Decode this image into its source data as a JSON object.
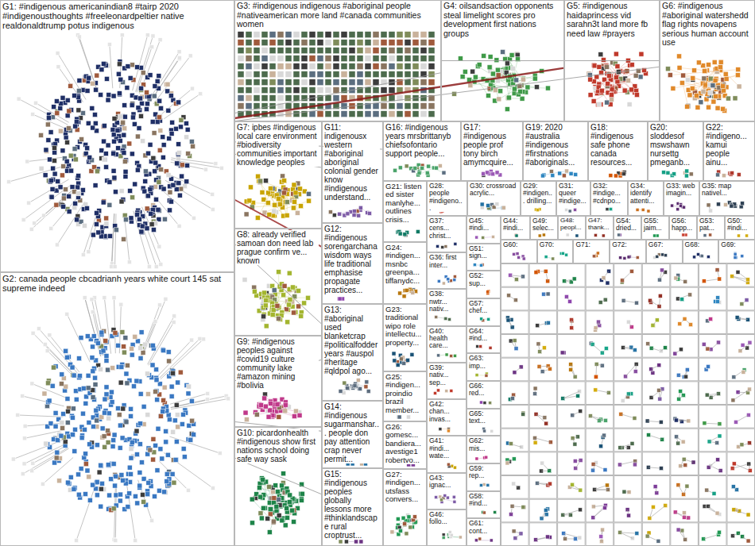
{
  "diagram": {
    "nodes": [
      {
        "text": [
          "G1: #indigenous americanindian8 #tairp 2020 #indigenousthoughts #freeleonardpeltier native realdonaldtrump potus indigenous"
        ]
      },
      {
        "text": [
          "G2: canada people cbcadrianh years white court 145 sat supreme indeed"
        ]
      },
      {
        "text": [
          "G3: #indigenous indigenous #aboriginal people #nativeamerican more land #canada communities women"
        ]
      },
      {
        "text": [
          "G4: oilsandsaction opponents steal limelight scores pro development first nations groups"
        ]
      },
      {
        "text": [
          "G5: #indigenous haidaprincess vid sarahn3t land more fb need law #prayers"
        ]
      },
      {
        "text": [
          "G6: #indigenous #aboriginal watershedd flag rights novapens serious human account use"
        ]
      },
      {
        "text": [
          "G7: ipbes #indigenous local care environment #biodiversity communities important knowledge peoples"
        ]
      },
      {
        "text": [
          "G11: indigenousx western #aboriginal aboriginal colonial gender know #indigenous understand..."
        ]
      },
      {
        "text": [
          "G16: #indigenous years mrsbrittanyb chiefsofontario support people..."
        ]
      },
      {
        "text": [
          "G17: #indigenous people prof tony birch amymcquire..."
        ]
      },
      {
        "text": [
          "G19: 2020 #australia #indigenous #firstnations #aboriginals..."
        ]
      },
      {
        "text": [
          "G18: #indigenous safe phone canada resources..."
        ]
      },
      {
        "text": [
          "G20: sloddesof mswshawn nursettg pmeganb..."
        ]
      },
      {
        "text": [
          "G22: #indigeno... kamui people ainu..."
        ]
      },
      {
        "text": [
          "G8: already verified samoan don need lab prague confirm ve... known"
        ]
      },
      {
        "text": [
          "G12: #indigenous sorengarchana wisdom ways life traditional emphasise propagate practices..."
        ]
      },
      {
        "text": [
          "G13: #aboriginal used blanketcrap #politicalfodder years #auspol #heritage #qldpol ago..."
        ]
      },
      {
        "text": [
          "G9: #indigenous peoples against #covid19 culture community lake #amazon mining #bolivia"
        ]
      },
      {
        "text": [
          "G14: #indigenous sugarmanshar... people don pay attention crap never permit..."
        ]
      },
      {
        "text": [
          "G10: picardonhealth #indigenous show first nations school doing safe way sask"
        ]
      },
      {
        "text": [
          "G15: #indigenous peoples globally lessons more #thinklandscape rural croptrust..."
        ]
      },
      {
        "text": [
          "G21: listen ed sister manlyhe... outlines crisis..."
        ]
      },
      {
        "text": [
          "G24: #indigen... msnbc greenpa... tiffanydc..."
        ]
      },
      {
        "text": [
          "G23: traditional wipo role intellectu... property..."
        ]
      },
      {
        "text": [
          "G25: #indigen... proindio brazil member..."
        ]
      },
      {
        "text": [
          "G26: gomesc... bandiera... avestige1 robertvo..."
        ]
      },
      {
        "text": [
          "G27: #indigen... utsfass convers..."
        ]
      },
      {
        "text": [
          "G28: people #indigeno..."
        ]
      },
      {
        "text": [
          "G30: crossroad acrylic..."
        ]
      },
      {
        "text": [
          "G29: #indigen... drilling..."
        ]
      },
      {
        "text": [
          "G31: queer #indige..."
        ]
      },
      {
        "text": [
          "G32: #indige... #cdnpo..."
        ]
      },
      {
        "text": [
          "G34: identify attenti..."
        ]
      },
      {
        "text": [
          "G33: web imagin..."
        ]
      },
      {
        "text": [
          "G35: map nativel..."
        ]
      },
      {
        "text": [
          "G37: cens... christ..."
        ]
      },
      {
        "text": [
          "G36: first inter..."
        ]
      },
      {
        "text": [
          "G38: nwtr... nativ..."
        ]
      },
      {
        "text": [
          "G40: health care..."
        ]
      },
      {
        "text": [
          "G39: nativ... sep..."
        ]
      },
      {
        "text": [
          "G42: chan... invas..."
        ]
      },
      {
        "text": [
          "G41: #indi... wate..."
        ]
      },
      {
        "text": [
          "G43: ignac..."
        ]
      },
      {
        "text": [
          "G46: follo..."
        ]
      },
      {
        "text": [
          "G45: #indi..."
        ]
      },
      {
        "text": [
          "G51: sign..."
        ]
      },
      {
        "text": [
          "G52: sup..."
        ]
      },
      {
        "text": [
          "G57: chef..."
        ]
      },
      {
        "text": [
          "G64: #ind..."
        ]
      },
      {
        "text": [
          "G63: imp..."
        ]
      },
      {
        "text": [
          "G66: red..."
        ]
      },
      {
        "text": [
          "G65: text..."
        ]
      },
      {
        "text": [
          "G62: mis..."
        ]
      },
      {
        "text": [
          "G59: rep..."
        ]
      },
      {
        "text": [
          "G58: #ind..."
        ]
      },
      {
        "text": [
          "G61: cont..."
        ]
      },
      {
        "text": [
          "G44: #indi..."
        ]
      },
      {
        "text": [
          "G49: selec..."
        ]
      },
      {
        "text": [
          "G48: peopl..."
        ]
      },
      {
        "text": [
          "G47: thank..."
        ]
      },
      {
        "text": [
          "G54: dried..."
        ]
      },
      {
        "text": [
          "G55: jaim..."
        ]
      },
      {
        "text": [
          "G56: happ..."
        ]
      },
      {
        "text": [
          "G53: pat..."
        ]
      },
      {
        "text": [
          "G50: #indi..."
        ]
      },
      {
        "text": [
          "G60:"
        ]
      },
      {
        "text": [
          "G70:"
        ]
      },
      {
        "text": [
          "G71:"
        ]
      },
      {
        "text": [
          "G72:"
        ]
      },
      {
        "text": [
          "G67:"
        ]
      },
      {
        "text": [
          "G68:"
        ]
      },
      {
        "text": [
          "G69:"
        ]
      }
    ],
    "edges": [
      {
        "from": 0,
        "to": 3,
        "arrow": "none"
      },
      {
        "from": 0,
        "to": 4,
        "arrow": "none"
      },
      {
        "from": 0,
        "to": 5,
        "arrow": "none"
      },
      {
        "from": 0,
        "to": 7,
        "arrow": "none"
      },
      {
        "from": 0,
        "to": 8,
        "arrow": "none"
      },
      {
        "from": 0,
        "to": 15,
        "arrow": "none"
      },
      {
        "from": 0,
        "to": 16,
        "arrow": "none"
      },
      {
        "from": 1,
        "to": 18,
        "arrow": "none"
      },
      {
        "from": 1,
        "to": 20,
        "arrow": "none"
      },
      {
        "from": 2,
        "to": 5,
        "arrow": "none"
      },
      {
        "from": 1,
        "to": 16,
        "arrow": "none"
      }
    ]
  }
}
